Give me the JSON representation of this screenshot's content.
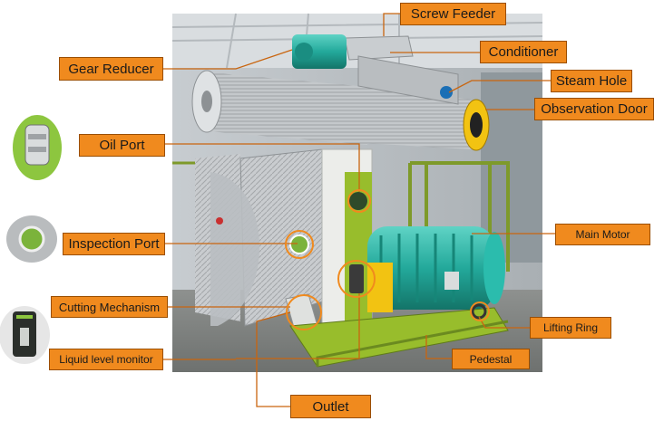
{
  "labels": {
    "screw_feeder": "Screw Feeder",
    "conditioner": "Conditioner",
    "gear_reducer": "Gear Reducer",
    "steam_hole": "Steam Hole",
    "observation_door": "Observation Door",
    "oil_port": "Oil Port",
    "main_motor": "Main Motor",
    "inspection_port": "Inspection Port",
    "cutting_mechanism": "Cutting Mechanism",
    "lifting_ring": "Lifting Ring",
    "liquid_level_monitor": "Liquid level monitor",
    "pedestal": "Pedestal",
    "outlet": "Outlet"
  },
  "colors": {
    "label_fill": "#f08a1e",
    "label_border": "#9a4e00",
    "leader_line": "#c9650f",
    "machine_steel": "#c4c8cb",
    "motor_teal": "#23a99b",
    "frame_green": "#98bd2c",
    "body_white": "#ecedea",
    "gold_yellow": "#f2c312"
  }
}
